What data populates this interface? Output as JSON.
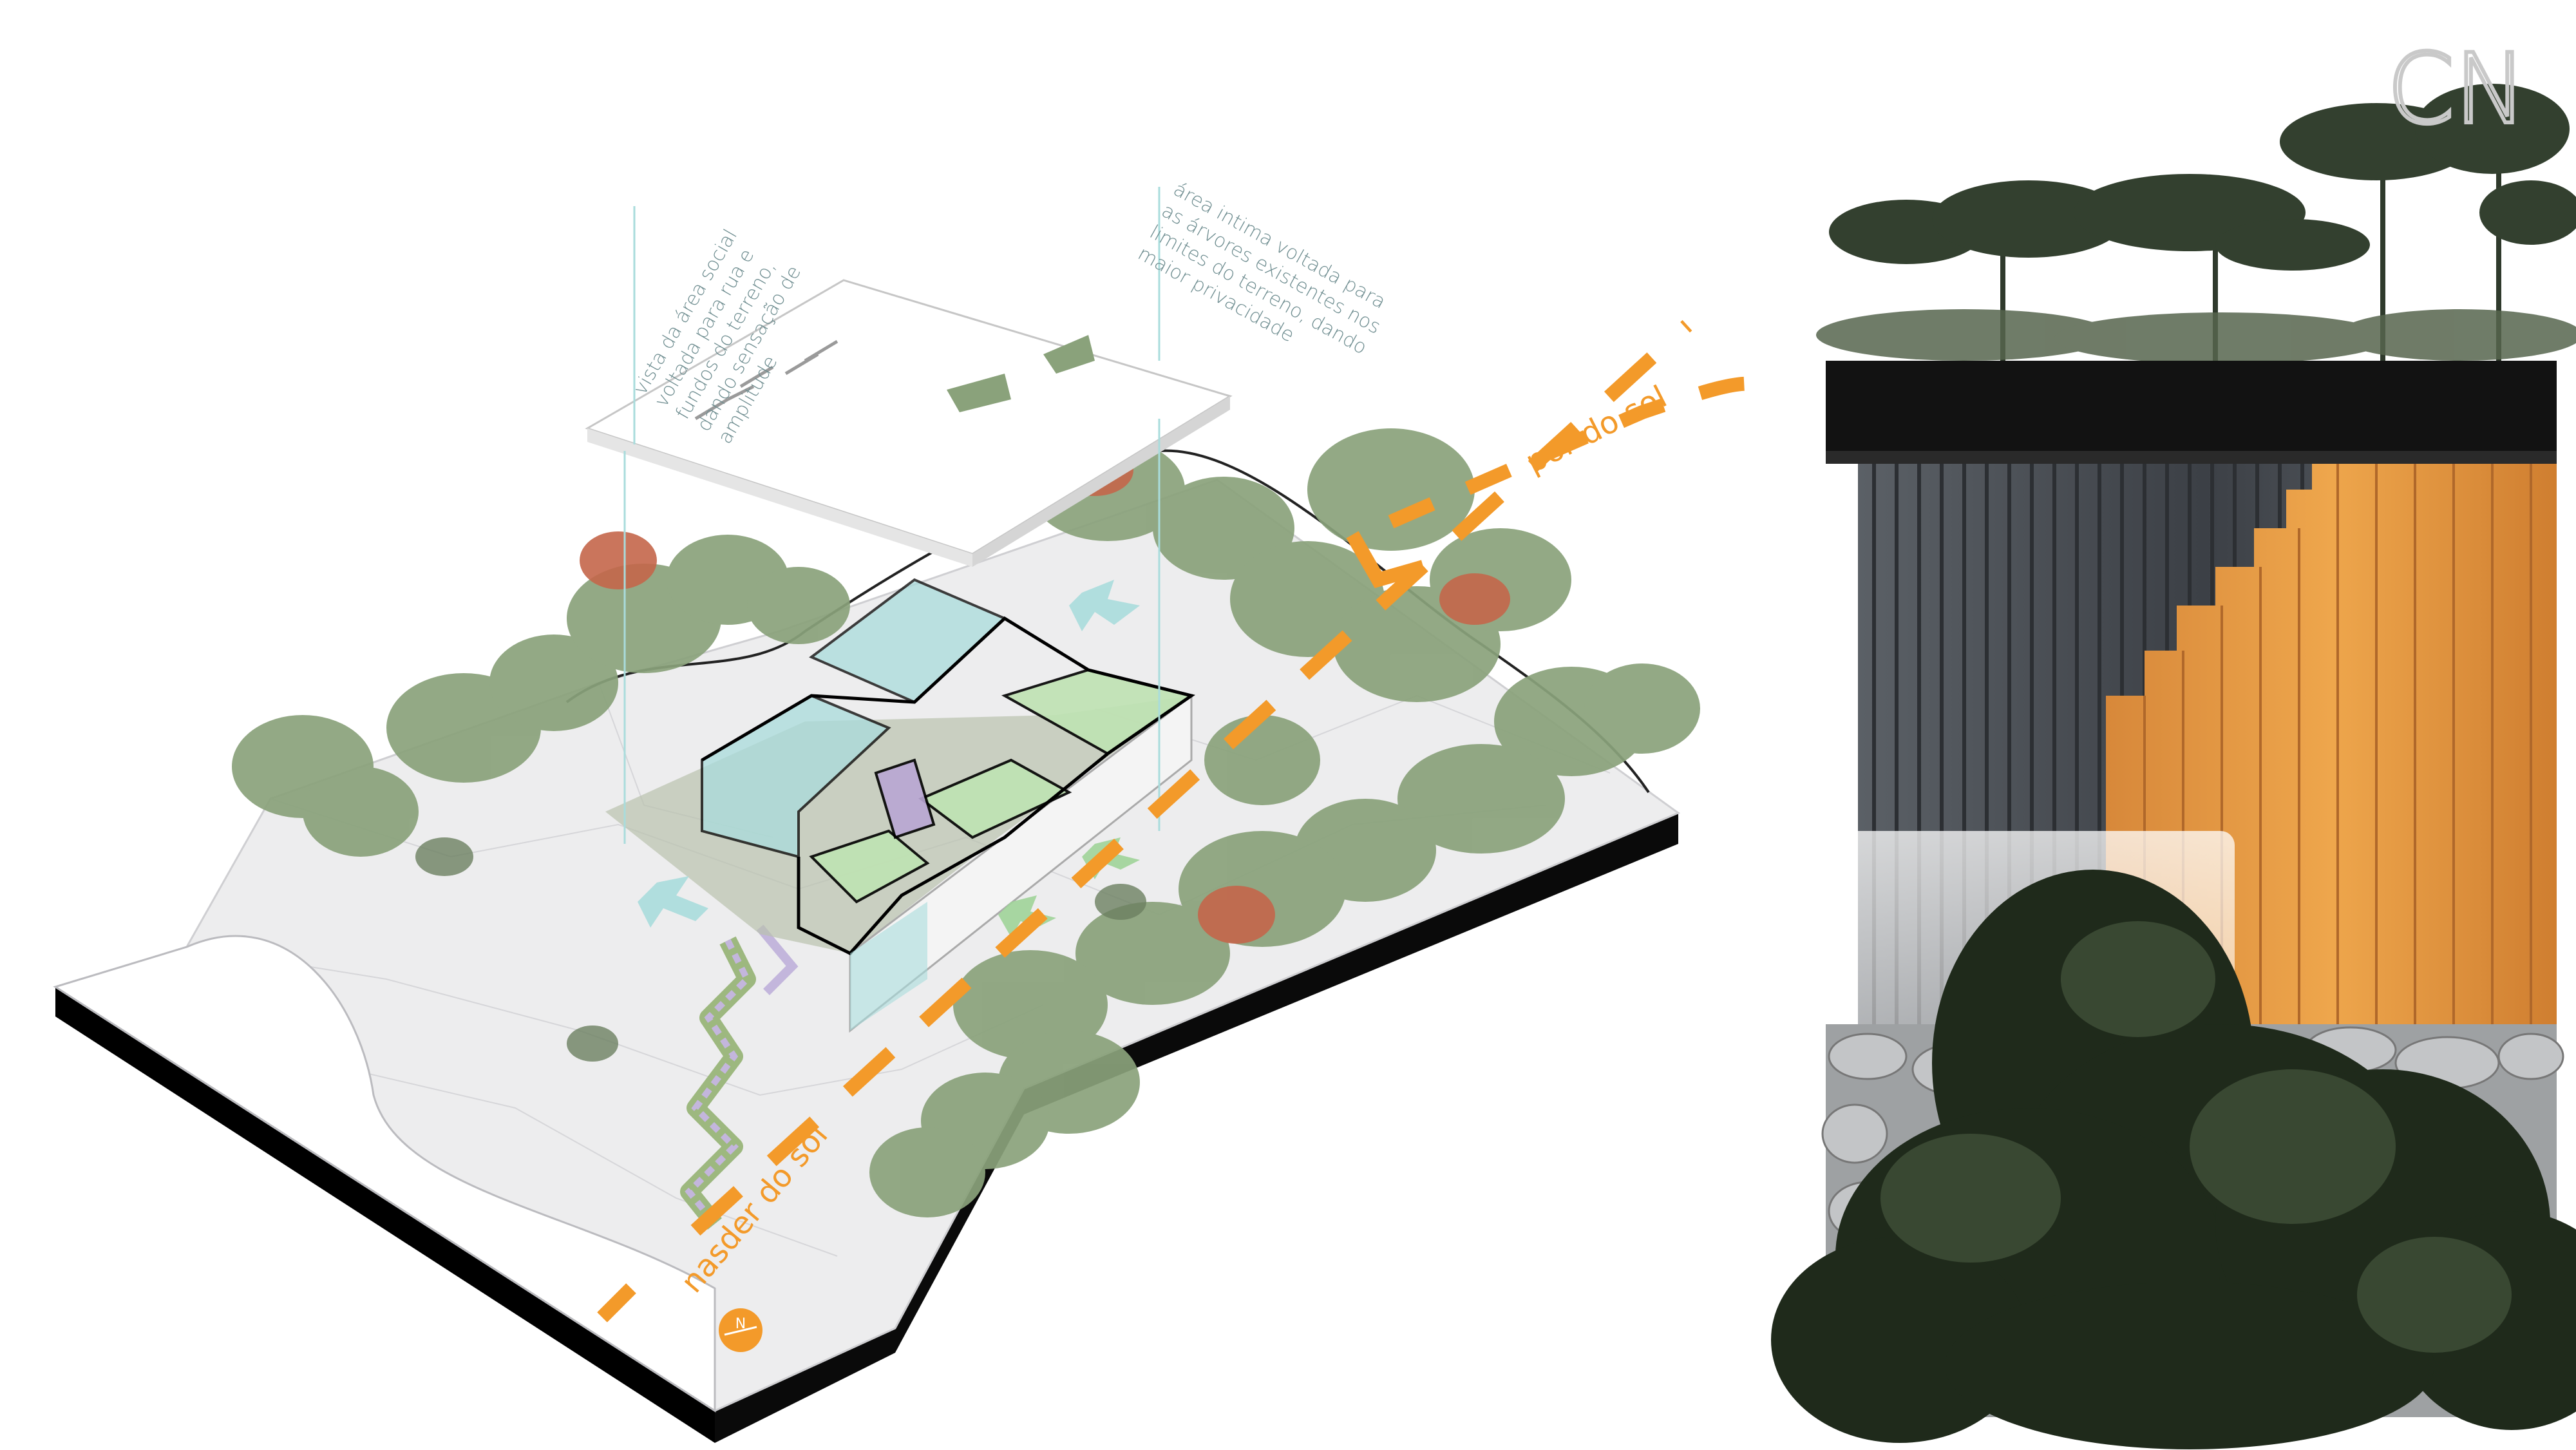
{
  "annotations": {
    "social": [
      "vista da área social",
      "voltada para rua e",
      "fundos do terreno,",
      "dando sensação de",
      "amplitude"
    ],
    "intima": [
      "área intima voltada para",
      "as árvores existentes nos",
      "limites do terreno, dando",
      "maior privacidade"
    ]
  },
  "sun": {
    "sunset": "por do sol",
    "sunrise": "nasder do sol"
  },
  "compass": {
    "label": "N"
  },
  "logo": {
    "text": "CN"
  },
  "colors": {
    "sun_path": "#f39a2a",
    "annotation": "#6d8c8f",
    "glass": "#a9dcdc",
    "room_green": "#bfe3b3",
    "room_purple": "#b9a6d3",
    "tree_green": "#7e9a6f",
    "tree_red": "#c4664a",
    "wood": "#e59a3c",
    "slate": "#4a4f55"
  }
}
